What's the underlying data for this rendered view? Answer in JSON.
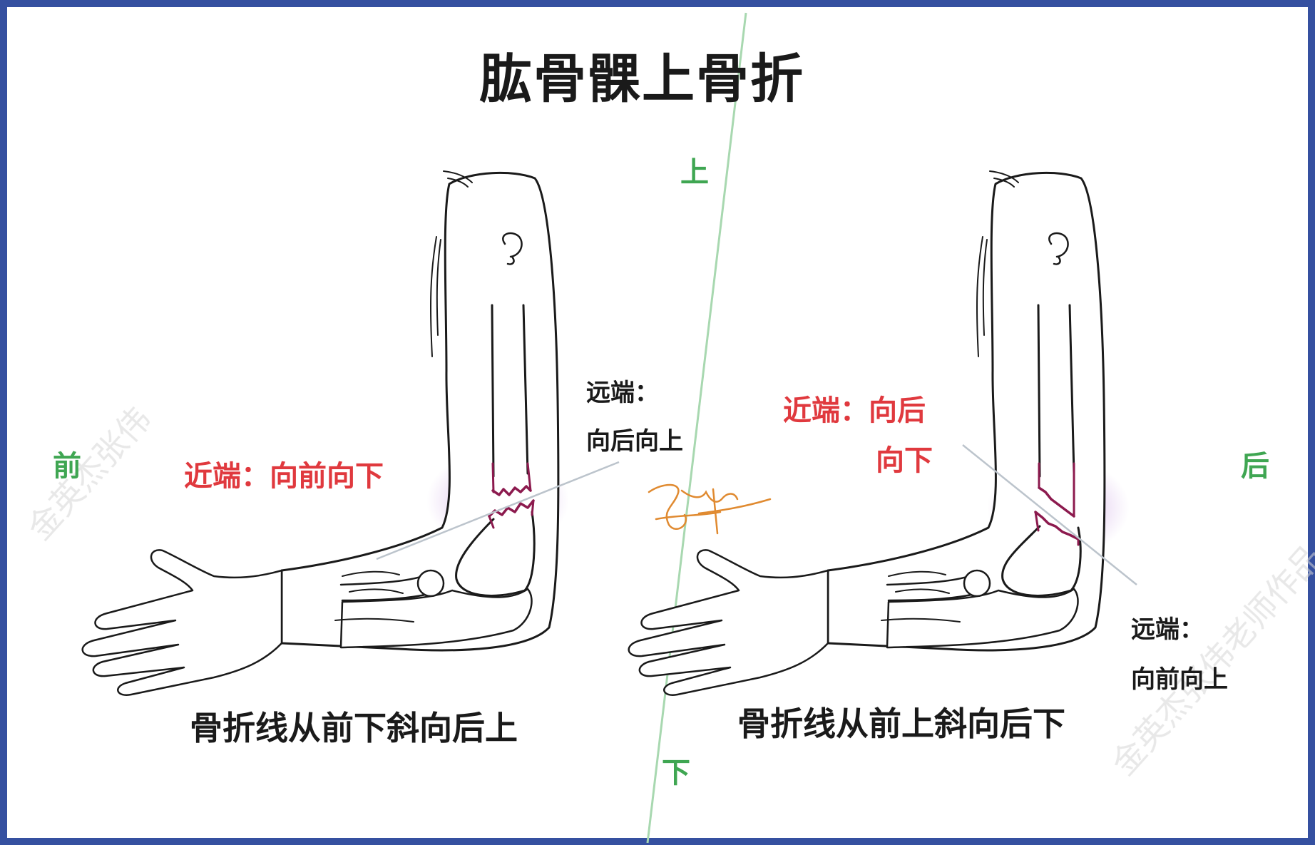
{
  "title": "肱骨髁上骨折",
  "colors": {
    "frame": "#3550a0",
    "direction": "#3fa652",
    "proximal": "#e0393e",
    "fracture": "#8c1a4e",
    "bruise": "#a050c8",
    "axis_line": "#a8d8b0",
    "signature": "#e08a30"
  },
  "directions": {
    "front": "前",
    "back": "后",
    "up": "上",
    "down": "下"
  },
  "left_panel": {
    "proximal": "近端：向前向下",
    "distal_heading": "远端：",
    "distal_direction": "向后向上",
    "caption": "骨折线从前下斜向后上"
  },
  "right_panel": {
    "proximal_line1": "近端：向后",
    "proximal_line2": "向下",
    "distal_heading": "远端：",
    "distal_direction": "向前向上",
    "caption": "骨折线从前上斜向后下"
  },
  "watermark_text": "金英杰张伟老师作品"
}
